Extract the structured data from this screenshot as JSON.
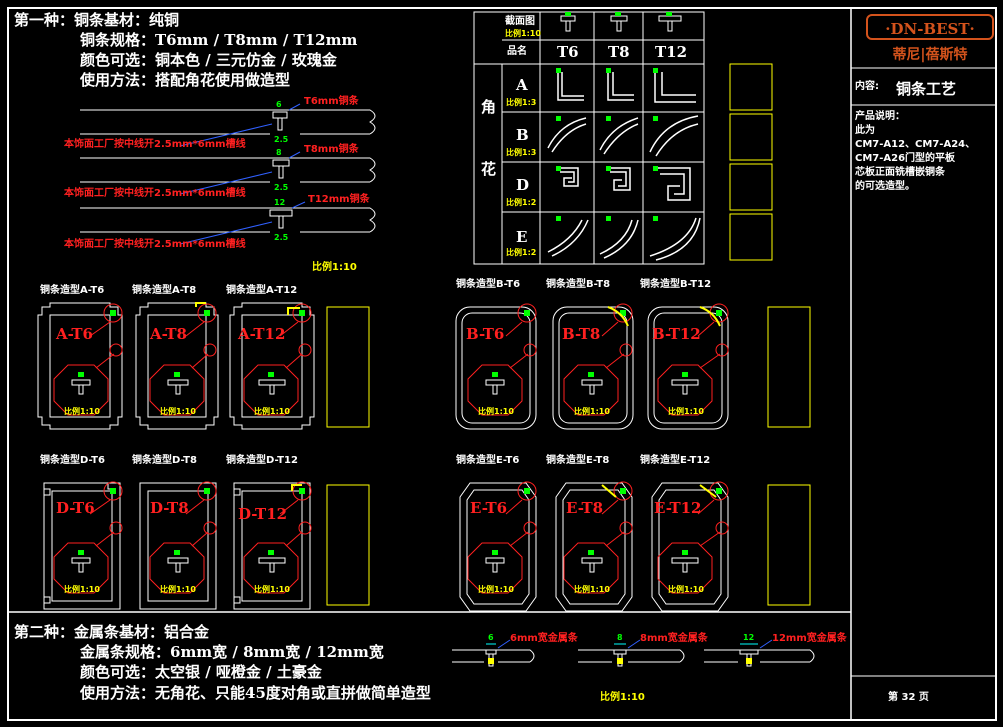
{
  "section1": {
    "title": "第一种：铜条基材：纯铜",
    "spec": "铜条规格：T6mm / T8mm / T12mm",
    "colors": "颜色可选：铜本色 / 三元仿金 / 玫瑰金",
    "usage": "使用方法：搭配角花使用做造型"
  },
  "profiles": {
    "labels": [
      "T6mm铜条",
      "T8mm铜条",
      "T12mm铜条"
    ],
    "widths": [
      "6",
      "8",
      "12"
    ],
    "depth": "2.5",
    "note": "本饰面工厂按中线开2.5mm*6mm槽线",
    "scale": "比例1:10"
  },
  "corner_table": {
    "side_label_1": "角",
    "side_label_2": "花",
    "header_row_1": "截面图",
    "header_row_1_scale": "比例1:10",
    "header_row_2": "品名",
    "columns": [
      "T6",
      "T8",
      "T12"
    ],
    "rows": [
      {
        "name": "A",
        "scale": "比例1:3"
      },
      {
        "name": "B",
        "scale": "比例1:3"
      },
      {
        "name": "D",
        "scale": "比例1:2"
      },
      {
        "name": "E",
        "scale": "比例1:2"
      }
    ]
  },
  "shapes_row1_left": {
    "titles": [
      "铜条造型A-T6",
      "铜条造型A-T8",
      "铜条造型A-T12"
    ],
    "labels": [
      "A-T6",
      "A-T8",
      "A-T12"
    ]
  },
  "shapes_row1_right": {
    "titles": [
      "铜条造型B-T6",
      "铜条造型B-T8",
      "铜条造型B-T12"
    ],
    "labels": [
      "B-T6",
      "B-T8",
      "B-T12"
    ]
  },
  "shapes_row2_left": {
    "titles": [
      "铜条造型D-T6",
      "铜条造型D-T8",
      "铜条造型D-T12"
    ],
    "labels": [
      "D-T6",
      "D-T8",
      "D-T12"
    ]
  },
  "shapes_row2_right": {
    "titles": [
      "铜条造型E-T6",
      "铜条造型E-T8",
      "铜条造型E-T12"
    ],
    "labels": [
      "E-T6",
      "E-T8",
      "E-T12"
    ]
  },
  "detail_scale": "比例1:10",
  "section2": {
    "title": "第二种：金属条基材：铝合金",
    "spec": "金属条规格：6mm宽 / 8mm宽 / 12mm宽",
    "colors": "颜色可选：太空银 / 哑橙金 / 土豪金",
    "usage": "使用方法：无角花、只能45度对角或直拼做简单造型"
  },
  "metal_profiles": {
    "labels": [
      "6mm宽金属条",
      "8mm宽金属条",
      "12mm宽金属条"
    ],
    "widths": [
      "6",
      "8",
      "12"
    ],
    "scale": "比例1:10"
  },
  "sidebar": {
    "brand": "·DN-BEST·",
    "brand_cn": "蒂尼|蓓斯特",
    "content_label": "内容:",
    "content_value": "铜条工艺",
    "desc_title": "产品说明：",
    "desc_lines": [
      "此为",
      "CM7-A12、CM7-A24、",
      "CM7-A26门型的平板",
      "芯板正面铣槽嵌铜条",
      "的可选造型。"
    ],
    "page": "第 32 页"
  },
  "colors": {
    "red": "#ff2020",
    "green": "#00ff00",
    "yellow": "#ffff00",
    "cyan": "#00ffff",
    "blue": "#3060ff",
    "brand": "#d4531c"
  }
}
